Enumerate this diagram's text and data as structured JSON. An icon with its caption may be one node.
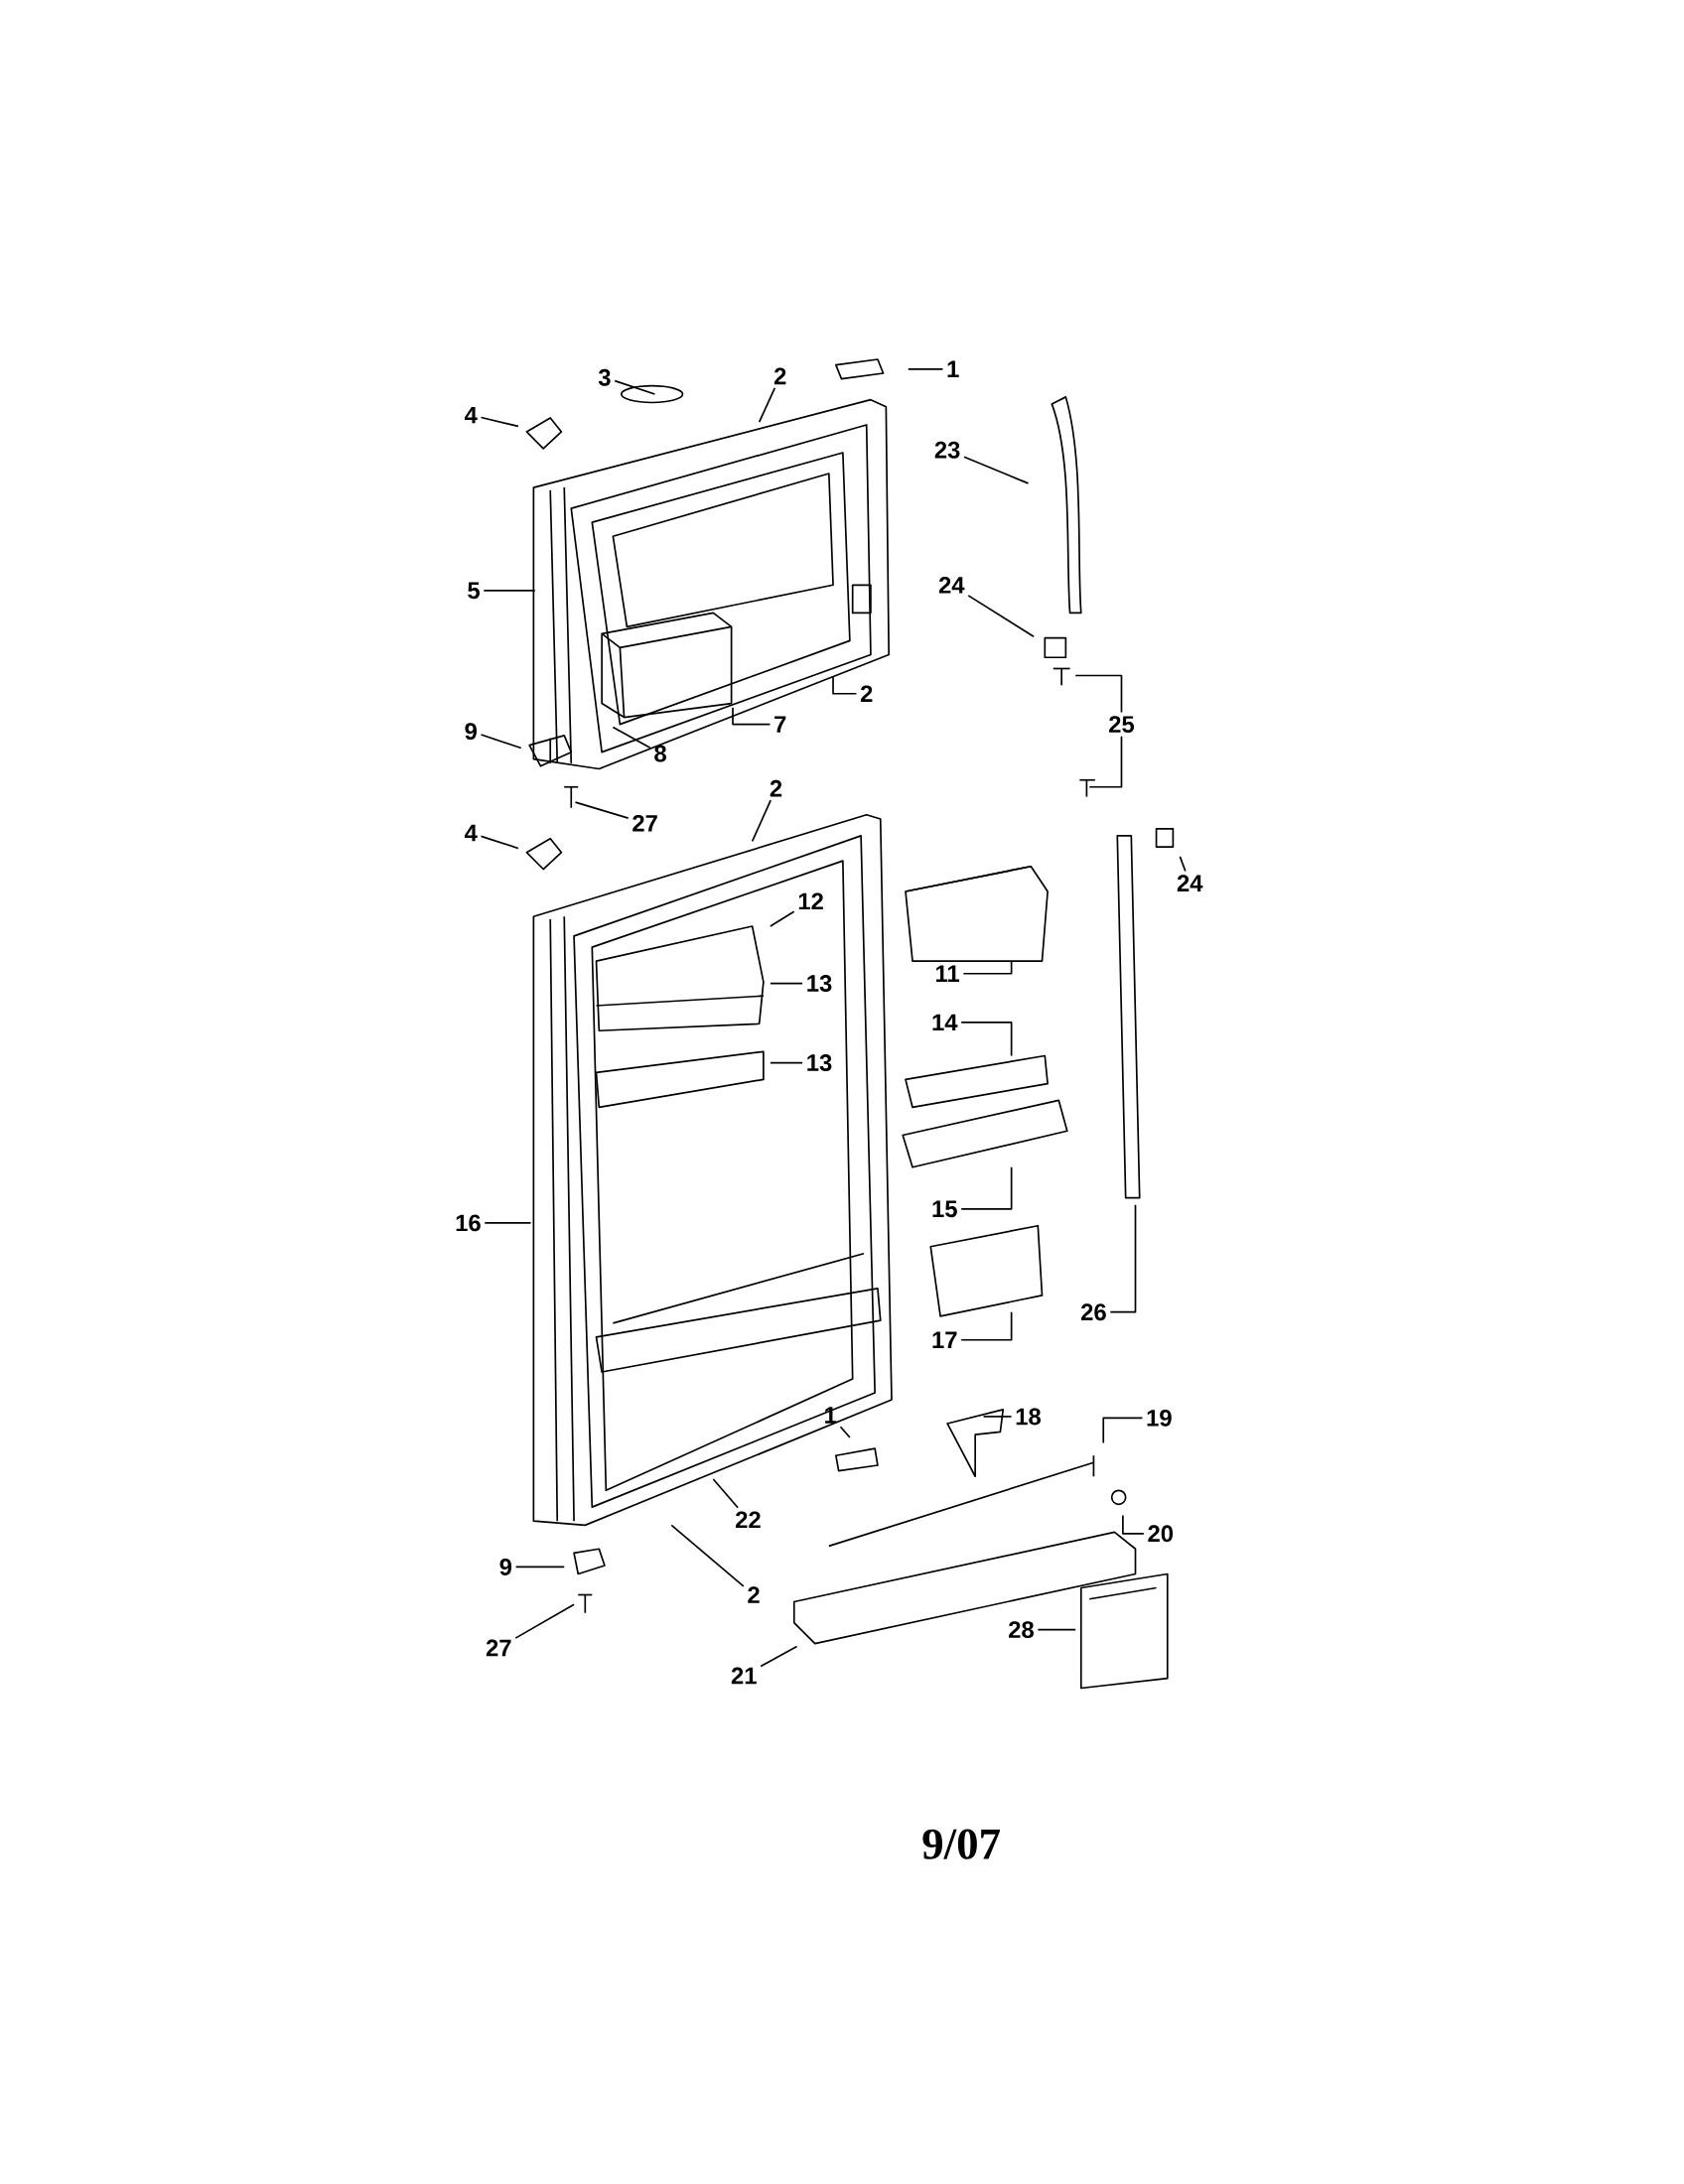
{
  "diagram": {
    "nodes": [
      {
        "text": [
          "1"
        ]
      },
      {
        "text": [
          "3"
        ]
      },
      {
        "text": [
          "2"
        ]
      },
      {
        "text": [
          "4"
        ]
      },
      {
        "text": [
          "23"
        ]
      },
      {
        "text": [
          "24"
        ]
      },
      {
        "text": [
          "5"
        ]
      },
      {
        "text": [
          "2"
        ]
      },
      {
        "text": [
          "25"
        ]
      },
      {
        "text": [
          "7"
        ]
      },
      {
        "text": [
          "9"
        ]
      },
      {
        "text": [
          "8"
        ]
      },
      {
        "text": [
          "2"
        ]
      },
      {
        "text": [
          "27"
        ]
      },
      {
        "text": [
          "4"
        ]
      },
      {
        "text": [
          "24"
        ]
      },
      {
        "text": [
          "12"
        ]
      },
      {
        "text": [
          "11"
        ]
      },
      {
        "text": [
          "13"
        ]
      },
      {
        "text": [
          "14"
        ]
      },
      {
        "text": [
          "13"
        ]
      },
      {
        "text": [
          "15"
        ]
      },
      {
        "text": [
          "16"
        ]
      },
      {
        "text": [
          "26"
        ]
      },
      {
        "text": [
          "17"
        ]
      },
      {
        "text": [
          "1"
        ]
      },
      {
        "text": [
          "18"
        ]
      },
      {
        "text": [
          "19"
        ]
      },
      {
        "text": [
          "22"
        ]
      },
      {
        "text": [
          "20"
        ]
      },
      {
        "text": [
          "9"
        ]
      },
      {
        "text": [
          "2"
        ]
      },
      {
        "text": [
          "28"
        ]
      },
      {
        "text": [
          "27"
        ]
      },
      {
        "text": [
          "21"
        ]
      }
    ],
    "edges": [
      {
        "from": 0,
        "to": null,
        "arrow": "none"
      },
      {
        "from": 1,
        "to": null,
        "arrow": "none"
      },
      {
        "from": 2,
        "to": null,
        "arrow": "none"
      },
      {
        "from": 3,
        "to": null,
        "arrow": "none"
      },
      {
        "from": 4,
        "to": null,
        "arrow": "none"
      },
      {
        "from": 5,
        "to": null,
        "arrow": "none"
      },
      {
        "from": 6,
        "to": null,
        "arrow": "none"
      },
      {
        "from": 7,
        "to": null,
        "arrow": "none"
      },
      {
        "from": 8,
        "to": null,
        "arrow": "none"
      },
      {
        "from": 8,
        "to": null,
        "arrow": "none"
      },
      {
        "from": 9,
        "to": null,
        "arrow": "none"
      },
      {
        "from": 10,
        "to": null,
        "arrow": "none"
      },
      {
        "from": 11,
        "to": null,
        "arrow": "none"
      },
      {
        "from": 12,
        "to": null,
        "arrow": "none"
      },
      {
        "from": 13,
        "to": null,
        "arrow": "none"
      },
      {
        "from": 14,
        "to": null,
        "arrow": "none"
      },
      {
        "from": 15,
        "to": null,
        "arrow": "none"
      },
      {
        "from": 16,
        "to": null,
        "arrow": "none"
      },
      {
        "from": 17,
        "to": null,
        "arrow": "none"
      },
      {
        "from": 18,
        "to": null,
        "arrow": "none"
      },
      {
        "from": 19,
        "to": null,
        "arrow": "none"
      },
      {
        "from": 20,
        "to": null,
        "arrow": "none"
      },
      {
        "from": 21,
        "to": null,
        "arrow": "none"
      },
      {
        "from": 22,
        "to": null,
        "arrow": "none"
      },
      {
        "from": 23,
        "to": null,
        "arrow": "none"
      },
      {
        "from": 24,
        "to": null,
        "arrow": "none"
      },
      {
        "from": 25,
        "to": null,
        "arrow": "none"
      },
      {
        "from": 26,
        "to": null,
        "arrow": "none"
      },
      {
        "from": 27,
        "to": null,
        "arrow": "none"
      },
      {
        "from": 28,
        "to": null,
        "arrow": "none"
      },
      {
        "from": 29,
        "to": null,
        "arrow": "none"
      },
      {
        "from": 30,
        "to": null,
        "arrow": "none"
      },
      {
        "from": 31,
        "to": null,
        "arrow": "none"
      },
      {
        "from": 32,
        "to": null,
        "arrow": "none"
      },
      {
        "from": 33,
        "to": null,
        "arrow": "none"
      },
      {
        "from": 34,
        "to": null,
        "arrow": "none"
      }
    ],
    "labels": [
      "9/07"
    ]
  }
}
